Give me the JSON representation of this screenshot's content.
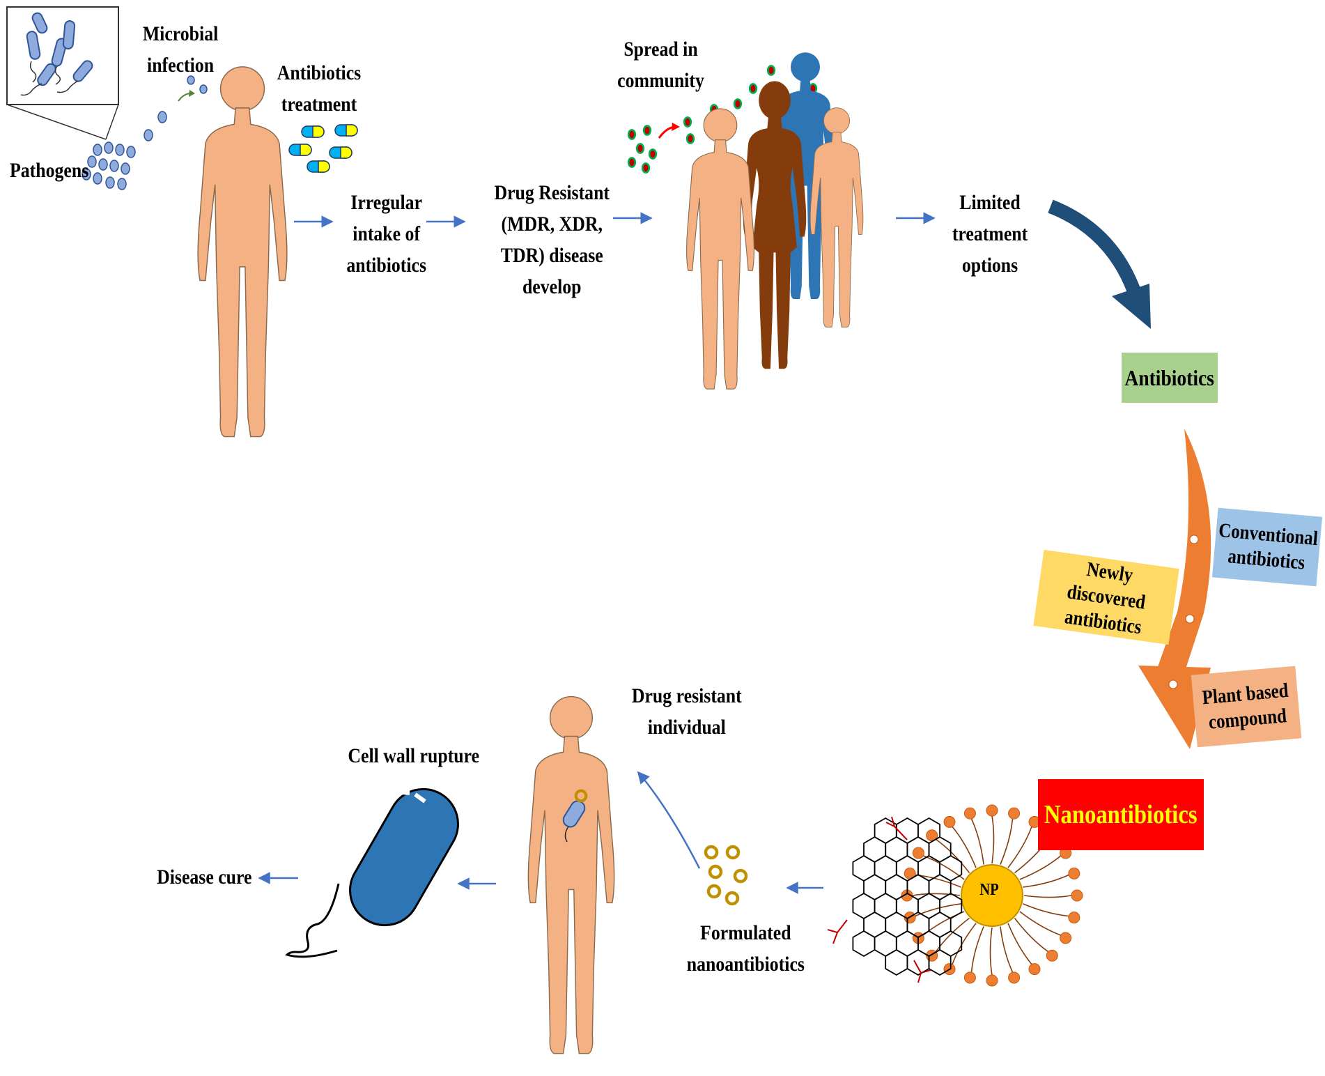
{
  "labels": {
    "microbial_infection": [
      "Microbial",
      "infection"
    ],
    "pathogens": "Pathogens",
    "antibiotics_treatment": [
      "Antibiotics",
      "treatment"
    ],
    "irregular_intake": [
      "Irregular",
      "intake of",
      "antibiotics"
    ],
    "drug_resistant_disease": [
      "Drug Resistant",
      "(MDR, XDR,",
      "TDR)  disease",
      "develop"
    ],
    "spread_in_community": [
      "Spread in",
      "community"
    ],
    "limited_treatment": [
      "Limited",
      "treatment",
      "options"
    ],
    "drug_resistant_individual": [
      "Drug resistant",
      "individual"
    ],
    "cell_wall_rupture": "Cell wall rupture",
    "disease_cure": "Disease cure",
    "formulated_nanoantibiotics": [
      "Formulated",
      "nanoantibiotics"
    ],
    "np": "NP"
  },
  "boxes": {
    "antibiotics": "Antibiotics",
    "conventional_antibiotics": [
      "Conventional",
      "antibiotics"
    ],
    "newly_discovered": [
      "Newly discovered",
      "antibiotics"
    ],
    "plant_based": [
      "Plant based",
      "compound"
    ],
    "nanoantibiotics": "Nanoantibiotics"
  },
  "colors": {
    "skin": "#f4b183",
    "brown": "#843c0c",
    "blue_person": "#2e75b6",
    "arrow_blue": "#4472c4",
    "dark_blue_arrow": "#1f4e79",
    "orange_arrow": "#ed7d31",
    "antibiotics_box": "#a9d18e",
    "conventional_box": "#9dc3e6",
    "newly_box": "#ffd966",
    "plant_box": "#f4b183",
    "nano_box": "#ff0000",
    "nano_text": "#ffff00",
    "np_core": "#ffc000",
    "pill_blue": "#00b0f0",
    "pill_yellow": "#ffff00",
    "pathogen_blue": "#8faadc",
    "cell_blue": "#2e75b6",
    "infection_red": "#c00000",
    "infection_green": "#00b050",
    "ring_gold": "#bf9000"
  }
}
